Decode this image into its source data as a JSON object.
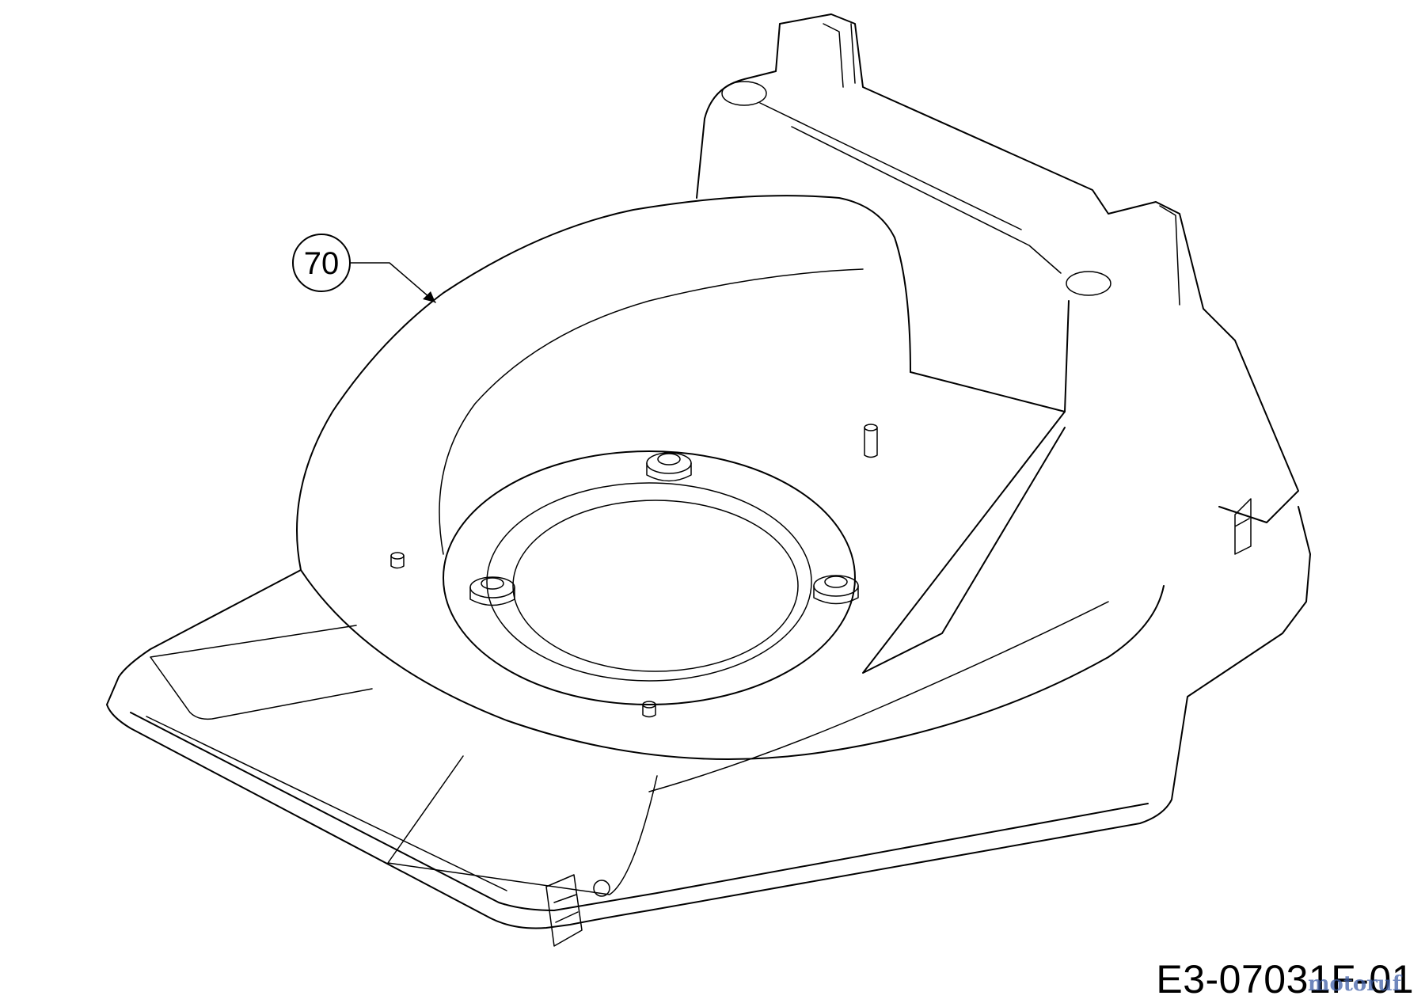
{
  "callouts": [
    {
      "label": "70"
    }
  ],
  "drawing_number": "E3-07031F-01",
  "watermark_text": "motoruf",
  "colors": {
    "line": "#000000",
    "background": "#ffffff",
    "watermark": "#3f5fa8"
  }
}
